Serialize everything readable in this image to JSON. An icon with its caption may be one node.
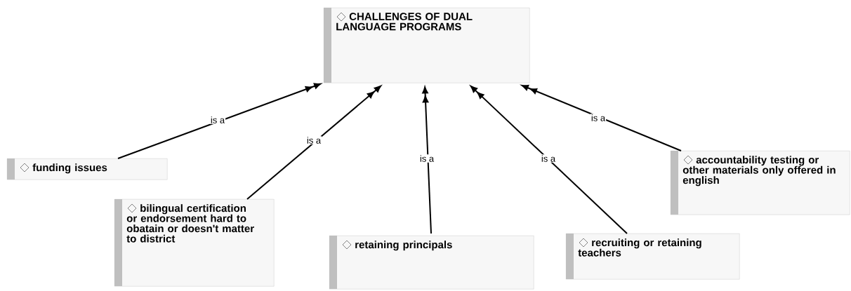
{
  "diagram": {
    "nodes": [
      {
        "text": [
          "CHALLENGES OF DUAL LANGUAGE PROGRAMS"
        ]
      },
      {
        "text": [
          "funding issues"
        ]
      },
      {
        "text": [
          "bilingual certification or endorsement hard to obatain or doesn't matter to district"
        ]
      },
      {
        "text": [
          "retaining principals"
        ]
      },
      {
        "text": [
          "recruiting or retaining teachers"
        ]
      },
      {
        "text": [
          "accountability testing or other materials only offered in english"
        ]
      }
    ],
    "edges": [
      {
        "from": 1,
        "to": 0,
        "arrow": "to",
        "label": "is a"
      },
      {
        "from": 2,
        "to": 0,
        "arrow": "to",
        "label": "is a"
      },
      {
        "from": 3,
        "to": 0,
        "arrow": "to",
        "label": "is a"
      },
      {
        "from": 4,
        "to": 0,
        "arrow": "to",
        "label": "is a"
      },
      {
        "from": 5,
        "to": 0,
        "arrow": "to",
        "label": "is a"
      }
    ]
  }
}
